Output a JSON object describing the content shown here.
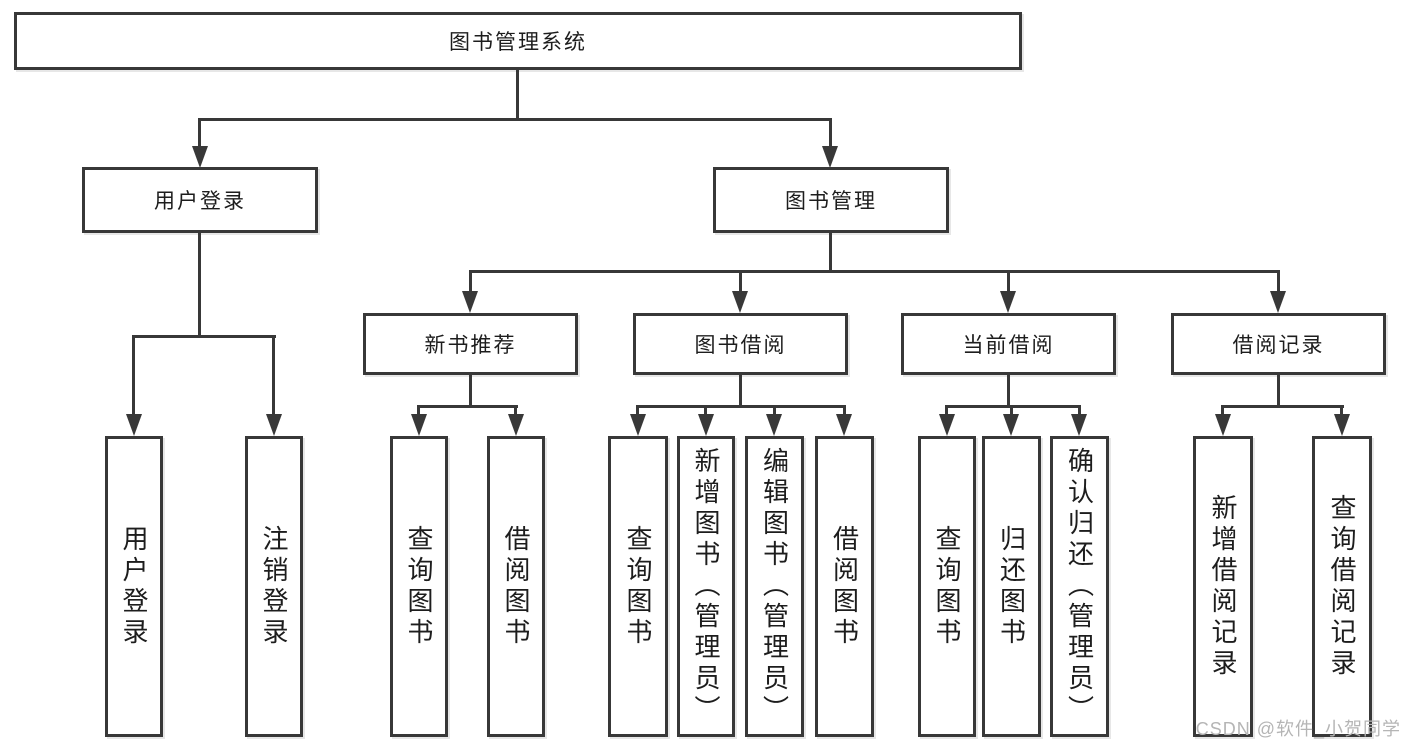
{
  "diagram": {
    "title_node": {
      "label": "图书管理系统"
    },
    "level1": [
      {
        "id": "user-login",
        "label": "用户登录"
      },
      {
        "id": "book-management",
        "label": "图书管理"
      }
    ],
    "level2": [
      {
        "id": "new-book-recommend",
        "label": "新书推荐"
      },
      {
        "id": "book-borrow",
        "label": "图书借阅"
      },
      {
        "id": "current-borrow",
        "label": "当前借阅"
      },
      {
        "id": "borrow-records",
        "label": "借阅记录"
      }
    ],
    "leaves": [
      {
        "parent": "user-login",
        "label": "用户登录"
      },
      {
        "parent": "user-login",
        "label": "注销登录"
      },
      {
        "parent": "new-book-recommend",
        "label": "查询图书"
      },
      {
        "parent": "new-book-recommend",
        "label": "借阅图书"
      },
      {
        "parent": "book-borrow",
        "label": "查询图书"
      },
      {
        "parent": "book-borrow",
        "label": "新增图书（管理员）"
      },
      {
        "parent": "book-borrow",
        "label": "编辑图书（管理员）"
      },
      {
        "parent": "book-borrow",
        "label": "借阅图书"
      },
      {
        "parent": "current-borrow",
        "label": "查询图书"
      },
      {
        "parent": "current-borrow",
        "label": "归还图书"
      },
      {
        "parent": "current-borrow",
        "label": "确认归还（管理员）"
      },
      {
        "parent": "borrow-records",
        "label": "新增借阅记录"
      },
      {
        "parent": "borrow-records",
        "label": "查询借阅记录"
      }
    ]
  },
  "watermark": {
    "text": "CSDN @软件_小贺同学"
  },
  "colors": {
    "line": "#383838",
    "text": "#1d1d1d",
    "watermark": "#b5b5b5",
    "background": "#ffffff"
  }
}
